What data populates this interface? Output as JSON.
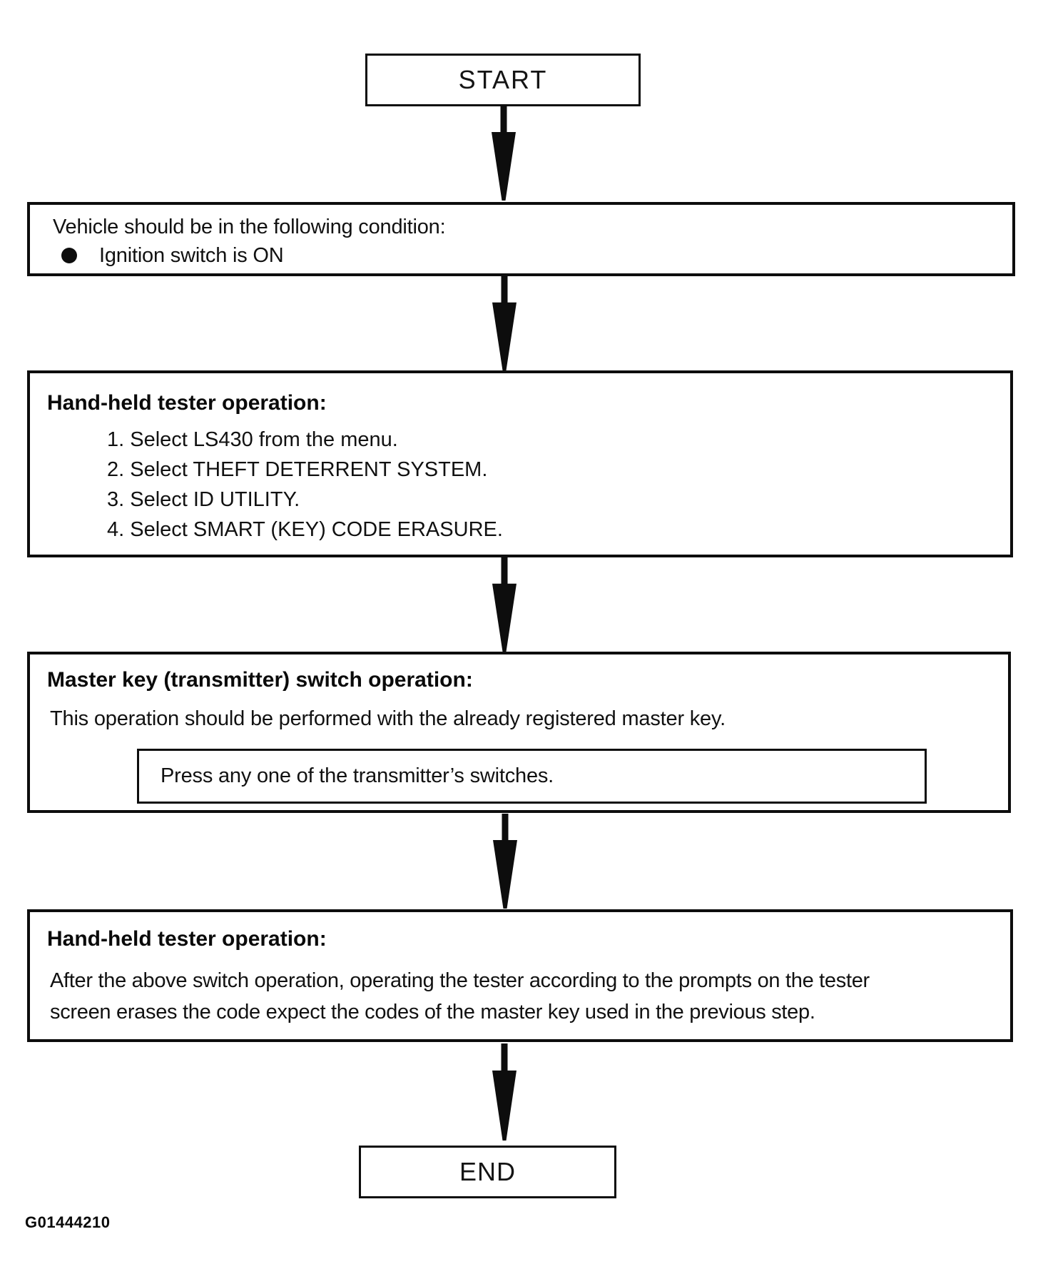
{
  "figure": {
    "id_label": "G01444210"
  },
  "flowchart": {
    "start_label": "START",
    "end_label": "END",
    "condition_box": {
      "intro": "Vehicle should be in the following condition:",
      "bullet_item": "Ignition switch is ON"
    },
    "tester_box_1": {
      "title": "Hand-held tester operation:",
      "steps": [
        "1. Select LS430 from the menu.",
        "2. Select THEFT DETERRENT SYSTEM.",
        "3. Select ID UTILITY.",
        "4. Select SMART (KEY) CODE ERASURE."
      ]
    },
    "master_key_box": {
      "title": "Master key (transmitter) switch operation:",
      "body": "This operation should be performed with the already registered master key.",
      "action": "Press any one of the transmitter’s switches."
    },
    "tester_box_2": {
      "title": "Hand-held tester operation:",
      "body_lines": [
        "After the above switch operation, operating the tester according to the prompts on the tester",
        "screen erases the code expect the codes of the master key used in the previous step."
      ]
    }
  }
}
